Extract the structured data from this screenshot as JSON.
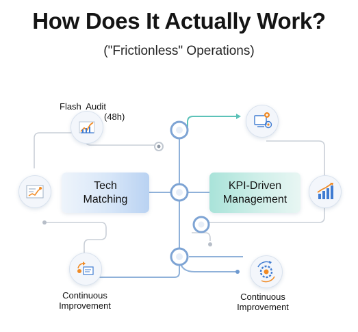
{
  "header": {
    "title": "How Does It Actually Work?",
    "subtitle": "(\"Frictionless\" Operations)"
  },
  "nodes": {
    "flash_audit_label": "Flash  Audit",
    "flash_audit_sub": "(48h)",
    "tech_matching": "Tech Matching",
    "kpi_management": "KPI-Driven Management",
    "continuous_left": "Continuous Improvement",
    "continuous_right": "Continuous Improvement"
  },
  "colors": {
    "line_gray": "#c6ccd4",
    "line_blue": "#8fb1d9",
    "line_teal": "#5cc2b8",
    "node_ring": "#7ea4d4",
    "accent_orange": "#f08a24",
    "accent_blue": "#3f7bd1"
  }
}
